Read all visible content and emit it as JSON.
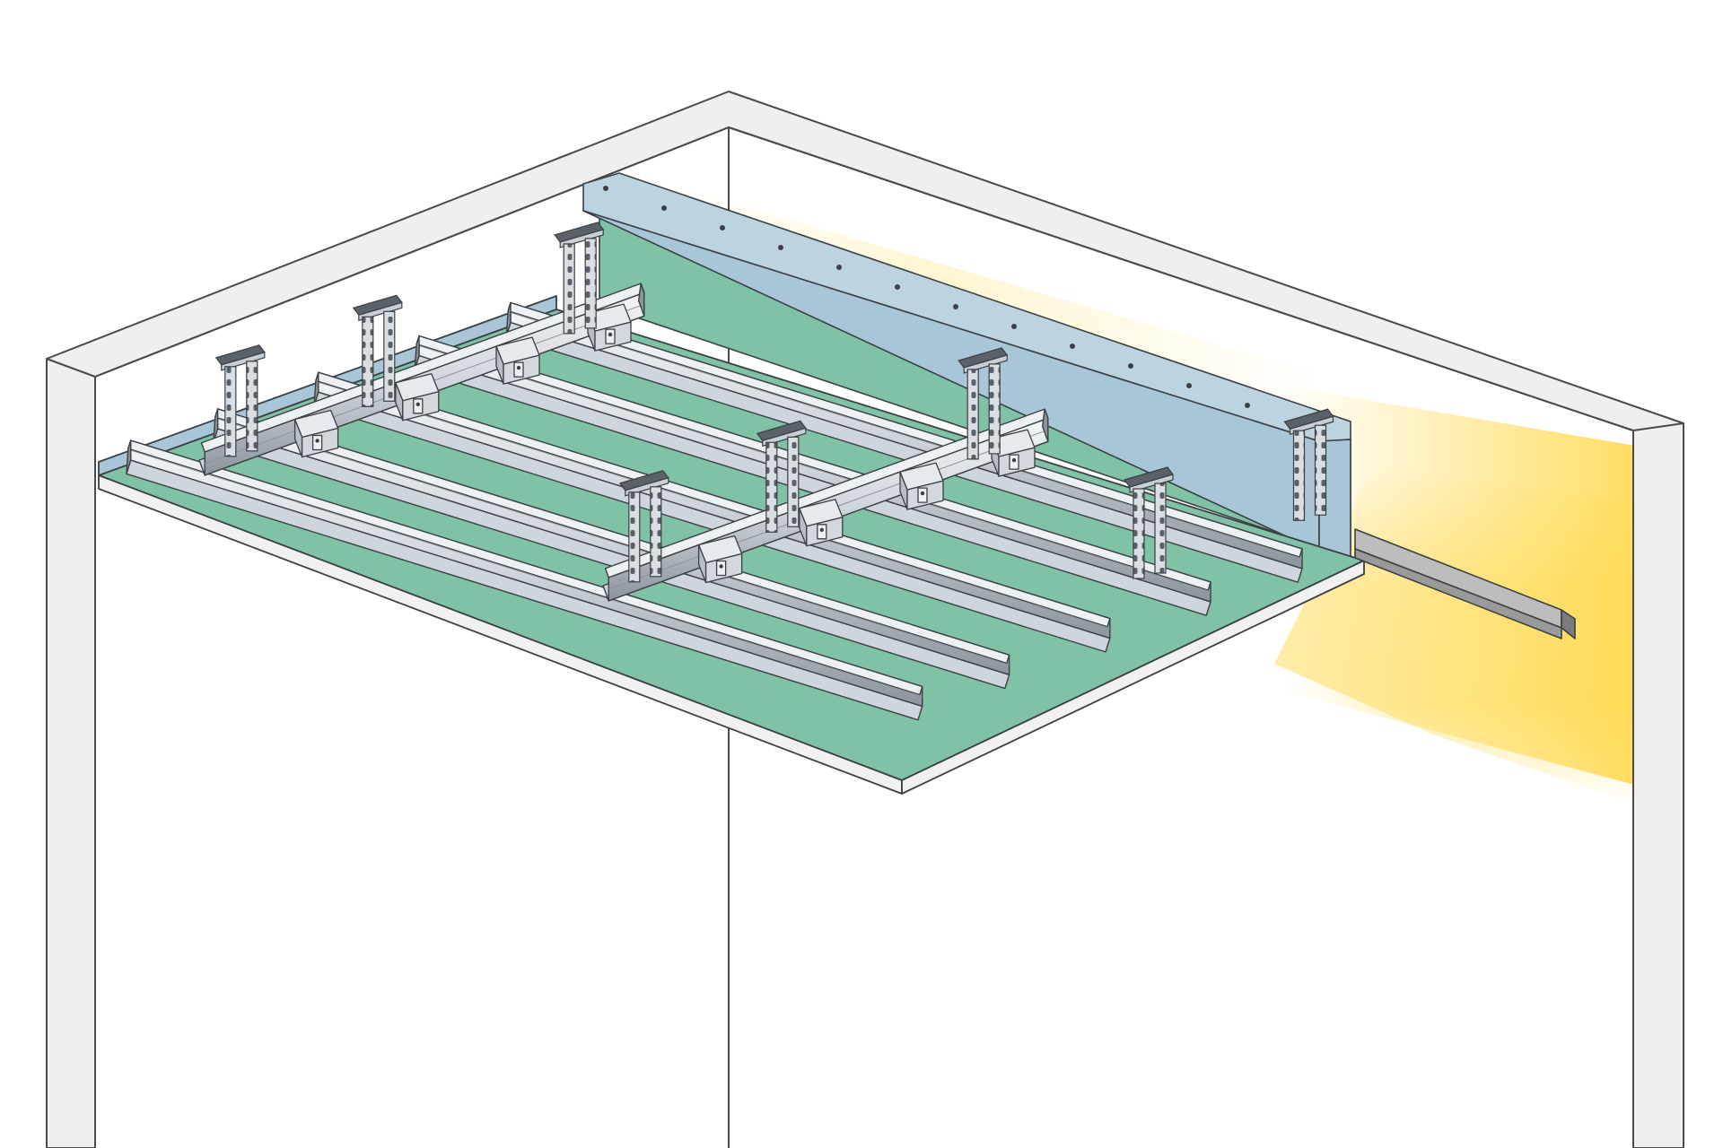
{
  "colors": {
    "background": "#ffffff",
    "wall_cap": "#efefef",
    "wall_face": "#ffffff",
    "wall_outline": "#4a4a4a",
    "board": "#7fc2a5",
    "board_edge": "#5e9e83",
    "board_underside": "#f1f1f1",
    "profile_light": "#eef1f4",
    "profile_mid": "#cdd3da",
    "profile_dark": "#8a929b",
    "profile_outline": "#3c3f44",
    "wall_profile_top": "#bcd3e0",
    "wall_profile_face": "#a9c6d8",
    "perimeter_angle": "#9a9a9a",
    "light_glow": "#ffd84a"
  },
  "diagram": {
    "subject": "suspended-ceiling-grid",
    "hanger_count": 8,
    "connector_count": 8,
    "main_channel_count": 2,
    "furring_channel_count": 5,
    "indirect_light_strip": true
  },
  "icons": {
    "hanger": "perforated-hanger-icon",
    "connector": "cross-connector-clip-icon"
  }
}
